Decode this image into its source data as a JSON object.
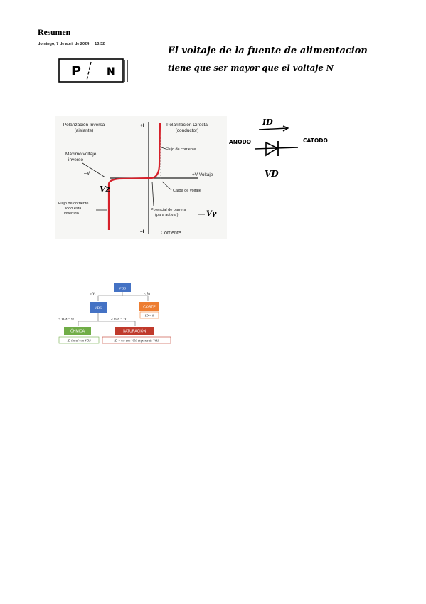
{
  "header": {
    "title": "Resumen",
    "date": "domingo, 7 de abril de 2024",
    "time": "13:32"
  },
  "handwriting": {
    "pn_left": "P",
    "pn_right": "N",
    "note_line1": "El voltaje de la fuente de alimentacion",
    "note_line2": "tiene que ser mayor que el voltaje N"
  },
  "iv_graph": {
    "inverse_title": "Polarización Inversa",
    "inverse_sub": "(aislante)",
    "direct_title": "Polarización Directa",
    "direct_sub": "(conductor)",
    "plus_i": "+I",
    "minus_i": "–I",
    "minus_v": "–V",
    "plus_v": "+V Voltaje",
    "max_inverse_1": "Máximo voltaje",
    "max_inverse_2": "inverso",
    "current_flow": "Flujo de corriente",
    "voltage_drop": "Caída de voltaje",
    "current_label": "Corriente",
    "vz": "Vz",
    "vy": "Vγ",
    "leak_1": "Flujo de corriente",
    "leak_2": "Diodo está",
    "leak_3": "invertido",
    "barrier_1": "Potencial de barrera",
    "barrier_2": "(para activar)",
    "colors": {
      "bg": "#f6f6f4",
      "curve": "#d6202a",
      "axis": "#222222",
      "dash": "#888888"
    }
  },
  "diode_symbol": {
    "id": "ID",
    "anode": "ANODO",
    "cathode": "CATODO",
    "vd": "VD"
  },
  "mosfet_flow": {
    "vgs": "VGS",
    "cond_left": "≥ Vt",
    "cond_right": "< Vt",
    "vds": "VDS",
    "corte": "CORTE",
    "corte_result": "ID = 0",
    "lt": "< VGS − Vt",
    "ge": "≥ VGS − Vt",
    "ohmica": "ÓHMICA",
    "saturacion": "SATURACIÓN",
    "ohmica_result": "ID lineal con VDS",
    "sat_result": "ID = cte con VDS depende de VGS",
    "colors": {
      "blue": "#4472c4",
      "orange": "#ed7d31",
      "green": "#70ad47",
      "red": "#c0392b"
    }
  }
}
